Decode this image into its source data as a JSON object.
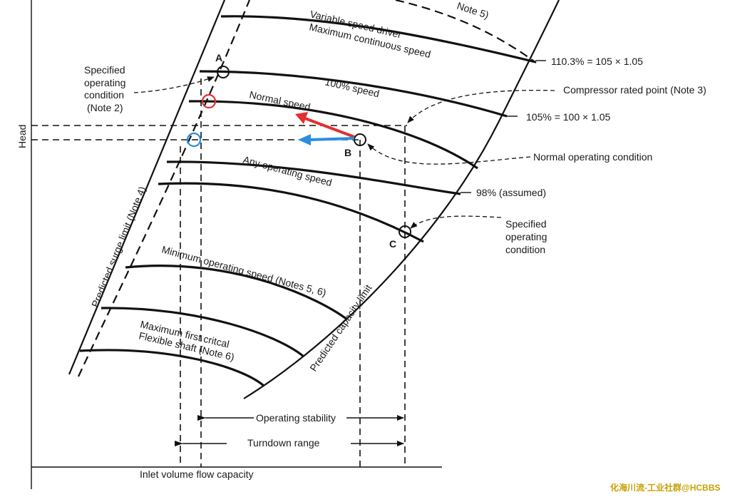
{
  "axes": {
    "y_label": "Head",
    "x_label": "Inlet volume flow capacity"
  },
  "curves": {
    "top_partial": "Note 5)",
    "vsd_line1": "Variable speed driver",
    "vsd_line2": "Maximum continuous speed",
    "speed_100": "100% speed",
    "normal_speed": "Normal speed",
    "any_speed": "Any operating speed",
    "min_speed": "Minimum operating speed (Notes 5, 6)",
    "first_critical_line1": "Maximum first critcal",
    "first_critical_line2": "Flexible shaft (Note 6)",
    "surge_limit": "Predicted surge limit (Note 4)",
    "capacity_limit": "Predicted capacity limit"
  },
  "right_labels": {
    "p110": "110.3% = 105 × 1.05",
    "rated_point": "Compressor rated point (Note 3)",
    "p105": "105% = 100 × 1.05",
    "normal_condition": "Normal operating condition",
    "p98": "98% (assumed)",
    "specified_c_1": "Specified",
    "specified_c_2": "operating",
    "specified_c_3": "condition"
  },
  "left_labels": {
    "specified_a_1": "Specified",
    "specified_a_2": "operating",
    "specified_a_3": "condition",
    "specified_a_4": "(Note 2)"
  },
  "points": {
    "a": "A",
    "b": "B",
    "c": "C"
  },
  "ranges": {
    "operating_stability": "Operating stability",
    "turndown": "Turndown range"
  },
  "watermark": "化海川流-工业社群@HCBBS",
  "colors": {
    "red": "#e03030",
    "blue": "#2a8de0",
    "ink": "#111111",
    "watermark": "#c8a000"
  }
}
